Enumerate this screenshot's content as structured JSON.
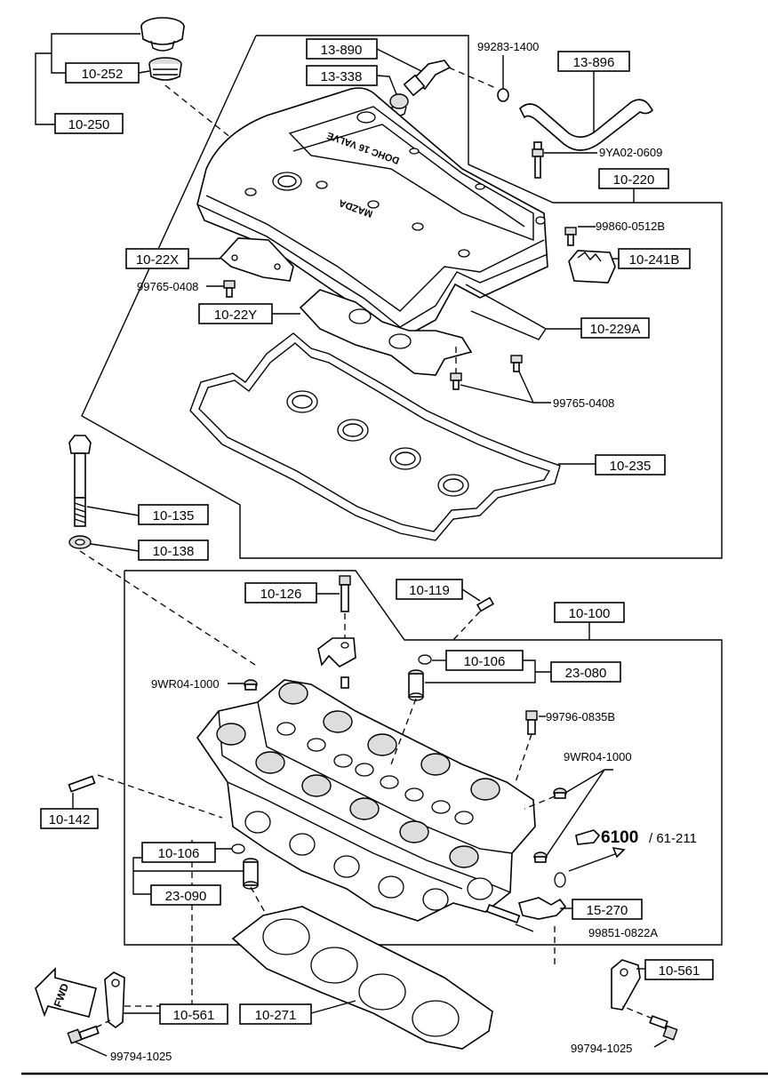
{
  "labels": {
    "l_10_250": "10-250",
    "l_10_252": "10-252",
    "l_13_890": "13-890",
    "l_13_338": "13-338",
    "l_99283": "99283-1400",
    "l_13_896": "13-896",
    "l_9ya02": "9YA02-0609",
    "l_10_220": "10-220",
    "l_99860": "99860-0512B",
    "l_10_241b": "10-241B",
    "l_10_22x": "10-22X",
    "l_99765a": "99765-0408",
    "l_10_22y": "10-22Y",
    "l_10_229a": "10-229A",
    "l_99765b": "99765-0408",
    "l_10_235": "10-235",
    "l_10_135": "10-135",
    "l_10_138": "10-138",
    "l_10_126": "10-126",
    "l_10_119": "10-119",
    "l_10_100": "10-100",
    "l_9wr04a": "9WR04-1000",
    "l_10_106a": "10-106",
    "l_23_080": "23-080",
    "l_99796": "99796-0835B",
    "l_9wr04b": "9WR04-1000",
    "l_10_142": "10-142",
    "l_6100": "6100",
    "l_61_211": "/ 61-211",
    "l_10_106b": "10-106",
    "l_23_090": "23-090",
    "l_15_270": "15-270",
    "l_99851": "99851-0822A",
    "l_10_561a": "10-561",
    "l_10_561b": "10-561",
    "l_10_271": "10-271",
    "l_99794a": "99794-1025",
    "l_99794b": "99794-1025",
    "l_fwd": "FWD"
  },
  "cover_text": {
    "a": "DOHC 16 VALVE",
    "b": "MAZDA"
  }
}
